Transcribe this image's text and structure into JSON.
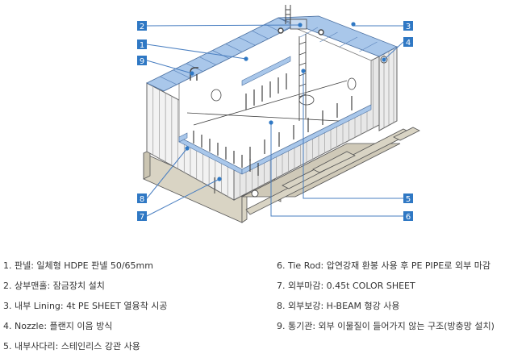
{
  "callouts": [
    {
      "n": "1"
    },
    {
      "n": "2"
    },
    {
      "n": "3"
    },
    {
      "n": "4"
    },
    {
      "n": "5"
    },
    {
      "n": "6"
    },
    {
      "n": "7"
    },
    {
      "n": "8"
    },
    {
      "n": "9"
    }
  ],
  "legend_left": [
    "1. 판넬: 일체형 HDPE 판넬 50/65mm",
    "2. 상부맨홀: 잠금장치 설치",
    "3. 내부 Lining: 4t PE SHEET 열융착 시공",
    "4. Nozzle: 플랜지 이음 방식",
    "5. 내부사다리: 스테인리스 강관 사용"
  ],
  "legend_right": [
    "6. Tie Rod: 압연강재 환봉 사용 후 PE PIPE로 외부 마감",
    "7. 외부마감: 0.45t COLOR SHEET",
    "8. 외부보강: H-BEAM 형강 사용",
    "9. 통기관: 외부 이물질이 들어가지 않는 구조(방충망 설치)"
  ],
  "colors": {
    "callout_box": "#2f78c4",
    "leader": "#4a7fc1",
    "panel_blue": "#a9c7ea",
    "wall": "#f2f2f2",
    "base": "#d9d4c4"
  }
}
